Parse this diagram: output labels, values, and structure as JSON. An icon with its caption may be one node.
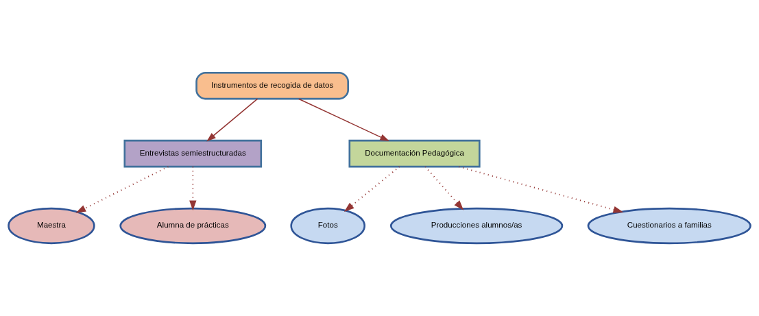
{
  "diagram": {
    "nodes": [
      {
        "text": [
          "Instrumentos de recogida de datos"
        ]
      },
      {
        "text": [
          "Entrevistas semiestructuradas"
        ]
      },
      {
        "text": [
          "Documentación Pedagógica"
        ]
      },
      {
        "text": [
          "Maestra"
        ]
      },
      {
        "text": [
          "Alumna de prácticas"
        ]
      },
      {
        "text": [
          "Fotos"
        ]
      },
      {
        "text": [
          "Producciones alumnos/as"
        ]
      },
      {
        "text": [
          "Cuestionarios a familias"
        ]
      }
    ],
    "edges": [
      {
        "from": 0,
        "to": 1,
        "arrow": "to"
      },
      {
        "from": 0,
        "to": 2,
        "arrow": "to"
      },
      {
        "from": 1,
        "to": 3,
        "arrow": "to",
        "style": "dashed"
      },
      {
        "from": 1,
        "to": 4,
        "arrow": "to",
        "style": "dashed"
      },
      {
        "from": 2,
        "to": 5,
        "arrow": "to",
        "style": "dashed"
      },
      {
        "from": 2,
        "to": 6,
        "arrow": "to",
        "style": "dashed"
      },
      {
        "from": 2,
        "to": 7,
        "arrow": "to",
        "style": "dashed"
      }
    ]
  }
}
